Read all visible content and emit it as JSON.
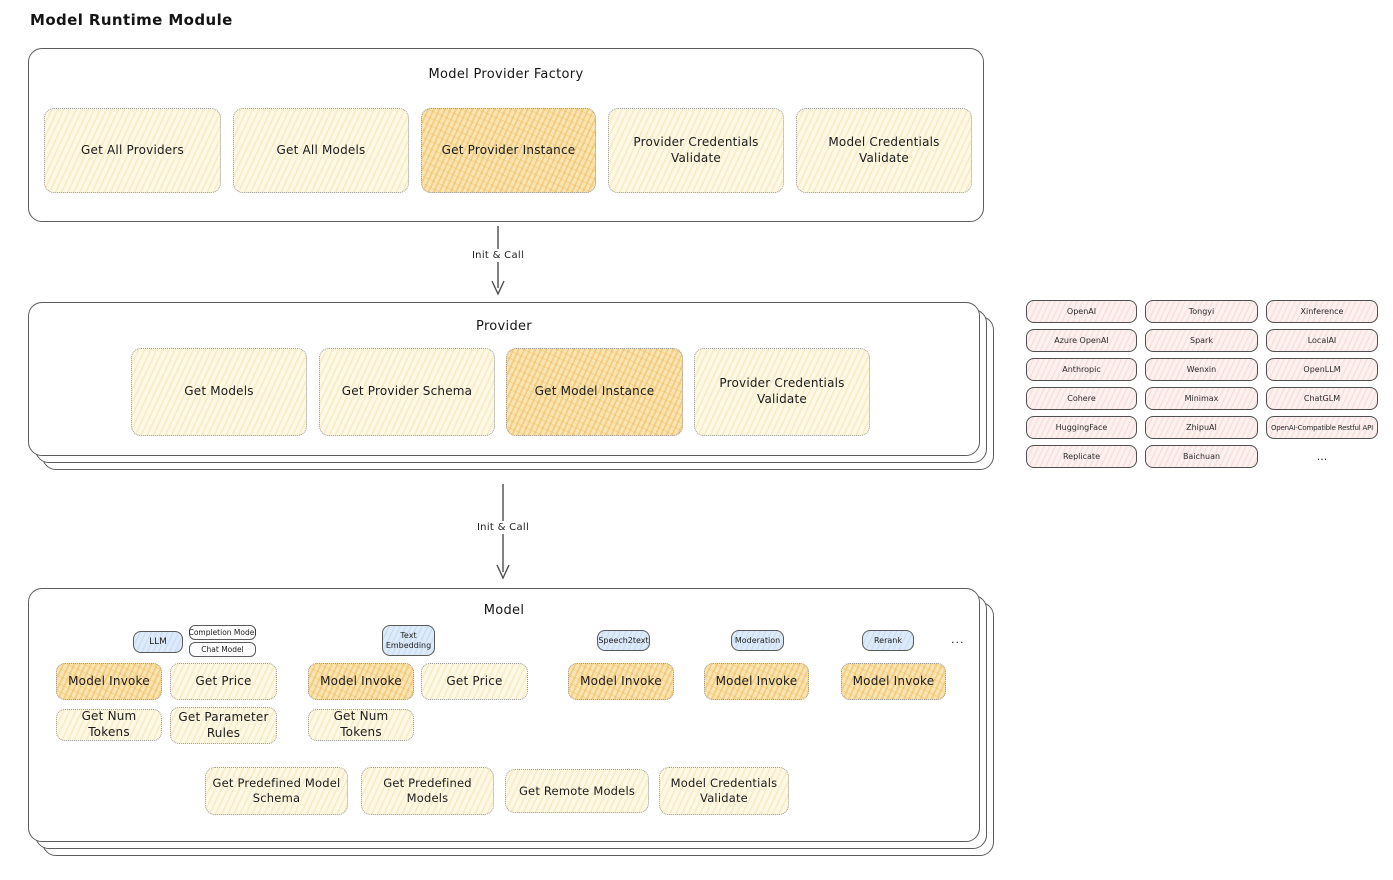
{
  "page_title": "Model Runtime Module",
  "arrows": {
    "label1": "Init & Call",
    "label2": "Init & Call"
  },
  "factory": {
    "title": "Model Provider Factory",
    "items": [
      {
        "label": "Get All Providers"
      },
      {
        "label": "Get All Models"
      },
      {
        "label": "Get Provider Instance"
      },
      {
        "label": "Provider Credentials Validate"
      },
      {
        "label": "Model Credentials Validate"
      }
    ]
  },
  "provider": {
    "title": "Provider",
    "items": [
      {
        "label": "Get Models"
      },
      {
        "label": "Get Provider Schema"
      },
      {
        "label": "Get Model Instance"
      },
      {
        "label": "Provider Credentials Validate"
      }
    ]
  },
  "provider_list": {
    "items": [
      "OpenAI",
      "Tongyi",
      "Xinference",
      "Azure OpenAI",
      "Spark",
      "LocalAI",
      "Anthropic",
      "Wenxin",
      "OpenLLM",
      "Cohere",
      "Minimax",
      "ChatGLM",
      "HuggingFace",
      "ZhipuAI",
      "OpenAI-Compatible Restful API",
      "Replicate",
      "Baichuan"
    ],
    "more": "..."
  },
  "model": {
    "title": "Model",
    "types": {
      "llm": "LLM",
      "completion": "Completion Model",
      "chat": "Chat Model",
      "text_embedding": "Text Embedding",
      "speech2text": "Speech2text",
      "moderation": "Moderation",
      "rerank": "Rerank",
      "more": "..."
    },
    "ops": {
      "model_invoke": "Model Invoke",
      "get_price": "Get Price",
      "get_num_tokens": "Get Num Tokens",
      "get_parameter_rules": "Get Parameter Rules",
      "get_predefined_model_schema": "Get Predefined Model Schema",
      "get_predefined_models": "Get Predefined Models",
      "get_remote_models": "Get Remote Models",
      "model_credentials_validate": "Model Credentials Validate"
    }
  },
  "colors": {
    "yellow_fill": "#fdf8e4",
    "orange_fill": "#f9e5b4",
    "pink_fill": "#fdf1f0",
    "blue_fill": "#ddeafa",
    "outline": "#5c5c5c"
  }
}
